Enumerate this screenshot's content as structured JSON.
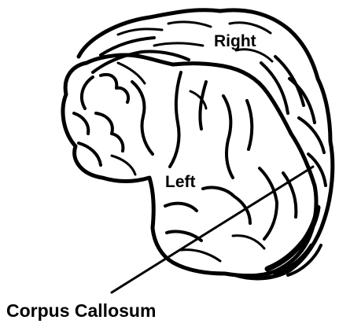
{
  "diagram": {
    "labels": {
      "right": "Right",
      "left": "Left",
      "corpus_callosum": "Corpus Callosum"
    },
    "colors": {
      "ink": "#000000",
      "background": "#ffffff"
    }
  }
}
